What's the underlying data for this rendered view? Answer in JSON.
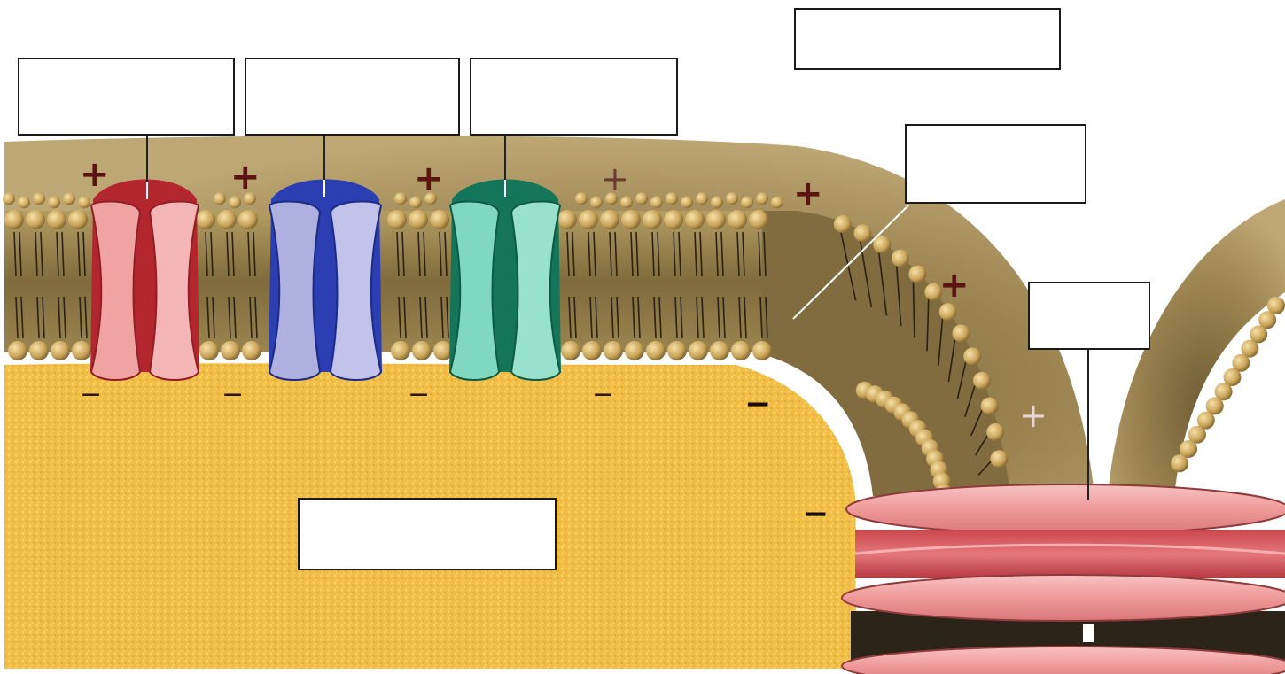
{
  "diagram": {
    "colors": {
      "cytoplasm": "#f2bd45",
      "cytoplasm_speckle": "#f9d774",
      "membrane_band": "#8e7a48",
      "membrane_dark": "#6d5b33",
      "lipid_head": "#d7b267",
      "lipid_head_highlight": "#f4dd9c",
      "outer_sheath": "#a8905c",
      "tail_line": "#2a2014",
      "charge_sign": "#5a1510",
      "leader_line": "#ffffff",
      "channel_1_light": "#efa3a3",
      "channel_1_dark": "#b3262e",
      "channel_2_light": "#aeb0e0",
      "channel_2_dark": "#2b3fb3",
      "channel_3_light": "#7fd8bf",
      "channel_3_dark": "#157559",
      "stacked_membrane": "#f1a5a5",
      "stacked_membrane_dark": "#d35b5b"
    },
    "charges": {
      "outside": "+",
      "inside": "−"
    },
    "label_boxes": [
      {
        "id": "channel-1",
        "text": ""
      },
      {
        "id": "channel-2",
        "text": ""
      },
      {
        "id": "channel-3",
        "text": ""
      },
      {
        "id": "top-right",
        "text": ""
      },
      {
        "id": "curved-membrane",
        "text": ""
      },
      {
        "id": "stacked-membrane",
        "text": ""
      },
      {
        "id": "cytoplasm",
        "text": ""
      }
    ]
  }
}
